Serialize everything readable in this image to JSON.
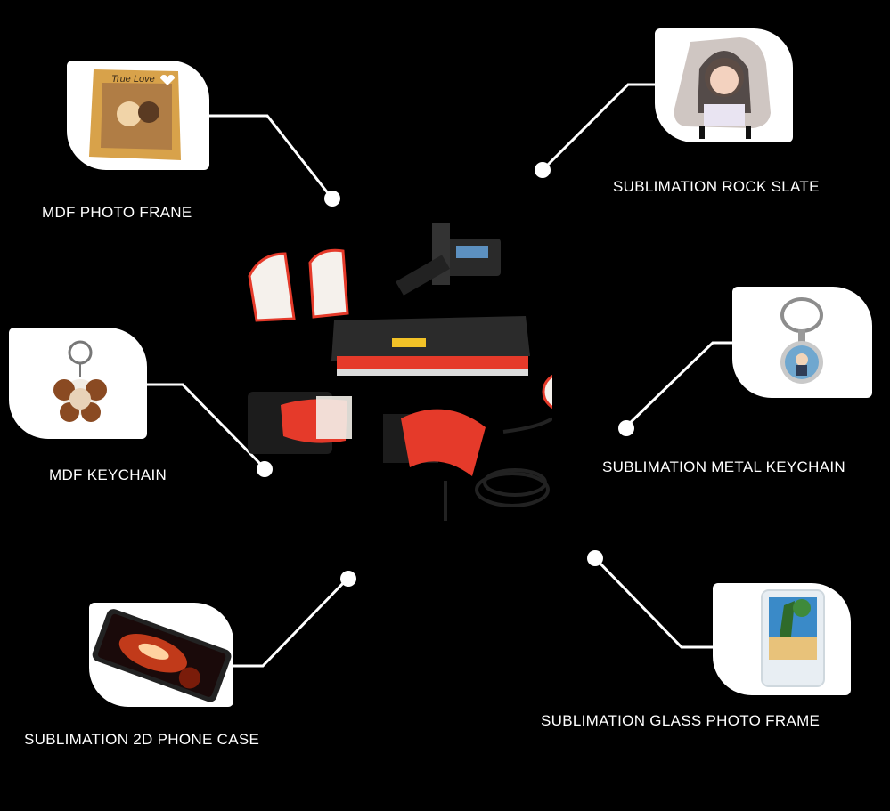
{
  "items": [
    {
      "id": "mdf-photo-frame",
      "label": "MDF PHOTO FRANE"
    },
    {
      "id": "rock-slate",
      "label": "SUBLIMATION ROCK SLATE"
    },
    {
      "id": "mdf-keychain",
      "label": "MDF KEYCHAIN"
    },
    {
      "id": "metal-keychain",
      "label": "SUBLIMATION METAL KEYCHAIN"
    },
    {
      "id": "phone-case",
      "label": "SUBLIMATION 2D PHONE CASE"
    },
    {
      "id": "glass-photo-frame",
      "label": "SUBLIMATION  GLASS  PHOTO  FRAME"
    }
  ],
  "frame_text": "True Love",
  "colors": {
    "background": "#000000",
    "accent": "#e53a2a",
    "line": "#ffffff"
  }
}
